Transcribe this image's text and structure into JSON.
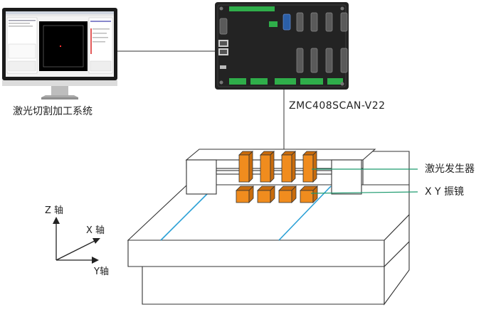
{
  "labels": {
    "system": "激光切割加工系统",
    "controller": "ZMC408SCAN-V22",
    "laser": "激光发生器",
    "galvo": "X Y 振镜",
    "axis_z": "Z 轴",
    "axis_x": "X 轴",
    "axis_y": "Y轴"
  },
  "colors": {
    "orange": "#f08c1e",
    "orange_dark": "#c96c0c",
    "teal": "#1c9a6e",
    "blue_line": "#2aa0d6",
    "controller_body": "#232323",
    "terminal_green": "#2fae4a",
    "monitor_bezel": "#1b1b1b",
    "line": "#333333"
  },
  "icons": {
    "monitor": "monitor-icon",
    "controller": "controller-icon",
    "laser_head": "laser-head-icon",
    "galvo_head": "galvo-head-icon"
  }
}
